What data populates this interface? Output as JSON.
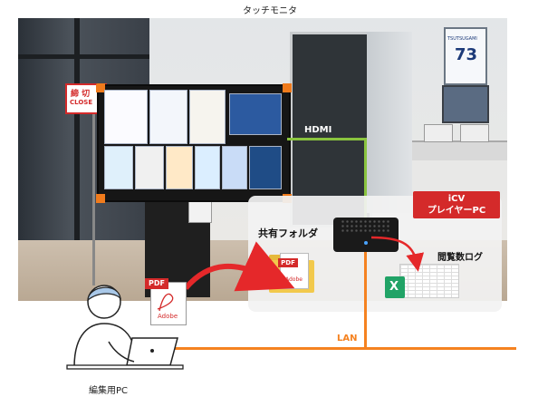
{
  "title": "タッチモニタ",
  "labels": {
    "hdmi": "HDMI",
    "icv_line1": "iCV",
    "icv_line2": "プレイヤーPC",
    "shared_folder": "共有フォルダ",
    "view_log": "閲覧数ログ",
    "lan": "LAN",
    "editing_pc": "編集用PC"
  },
  "photo": {
    "sign_text": "締 切",
    "sign_sub": "CLOSE",
    "jersey_name": "TSUTSUGAMI",
    "jersey_number": "73"
  },
  "icons": {
    "pdf_badge": "PDF",
    "pdf_brand": "Adobe",
    "folder_pdf_badge": "PDF",
    "folder_pdf_brand": "Adobe",
    "excel_letter": "X"
  },
  "colors": {
    "lan_line": "#f58220",
    "hdmi_line": "#8ac43f",
    "accent_red": "#d42a2a",
    "monitor_frame": "#f07b1c"
  }
}
